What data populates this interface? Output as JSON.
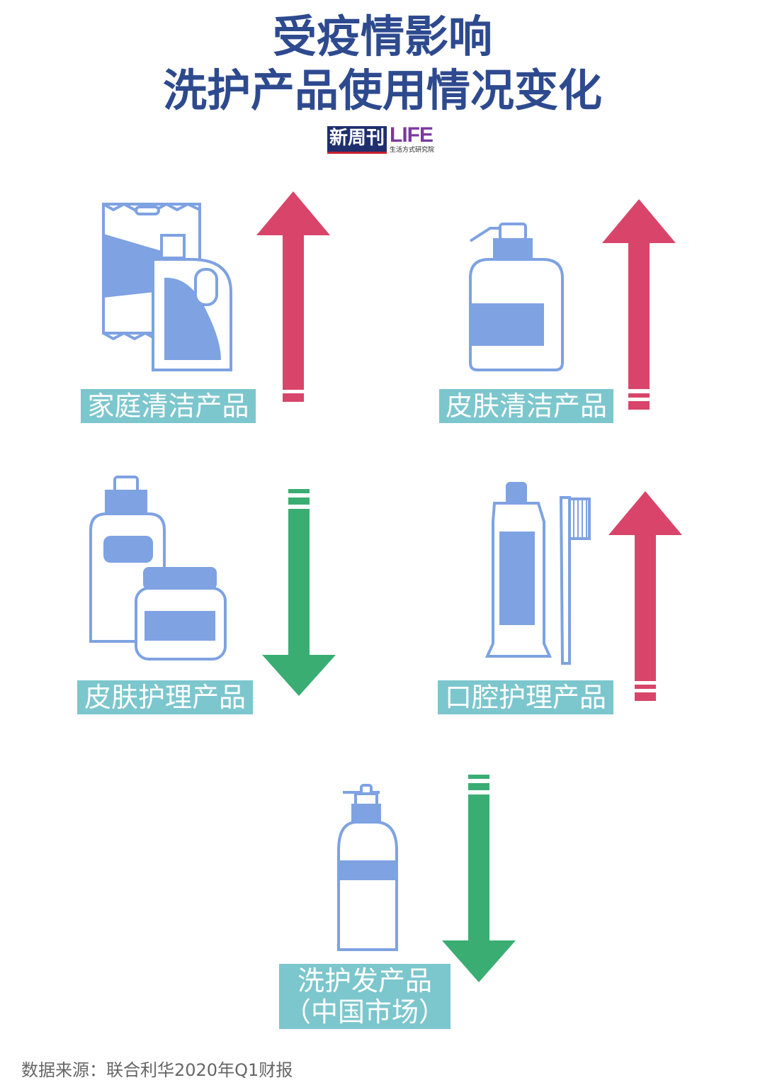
{
  "title": {
    "line1": "受疫情影响",
    "line2": "洗护产品使用情况变化"
  },
  "logo": {
    "name": "新周刊",
    "brand": "LIFE",
    "subtitle": "生活方式研究院"
  },
  "categories": [
    {
      "label": "家庭清洁产品",
      "trend": "up"
    },
    {
      "label": "皮肤清洁产品",
      "trend": "up"
    },
    {
      "label": "皮肤护理产品",
      "trend": "down"
    },
    {
      "label": "口腔护理产品",
      "trend": "up"
    },
    {
      "label_line1": "洗护发产品",
      "label_line2": "（中国市场）",
      "trend": "down"
    }
  ],
  "source": "数据来源：联合利华2020年Q1财报",
  "colors": {
    "title": "#2e4a8f",
    "up_arrow": "#d9456a",
    "down_arrow": "#3aad73",
    "icon_fill": "#7ea2e2",
    "label_bg": "#7cc6cd"
  }
}
